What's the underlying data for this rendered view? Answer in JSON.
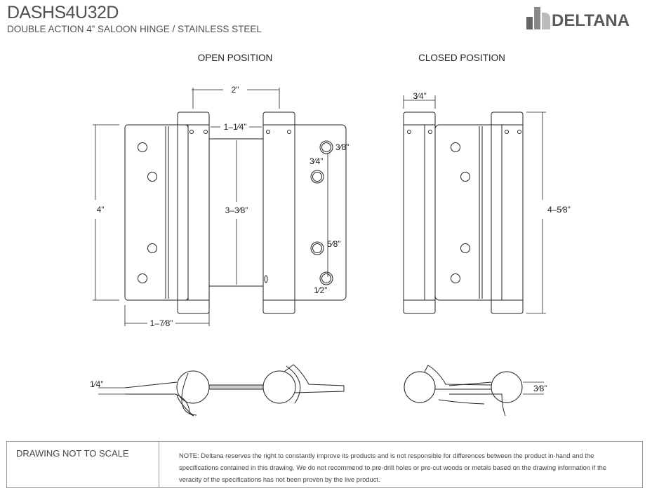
{
  "header": {
    "model": "DASHS4U32D",
    "description": "DOUBLE ACTION 4” SALOON HINGE / STAINLESS STEEL",
    "brand": "DELTANA"
  },
  "views": {
    "open": "OPEN POSITION",
    "closed": "CLOSED POSITION"
  },
  "dimensions": {
    "open_width": "2”",
    "barrel_gap": "1–1⁄4”",
    "height": "4”",
    "spring_height": "3–3⁄8”",
    "leaf_width": "1–7⁄8”",
    "hole_dia": "3⁄8”",
    "hole_spacing_top": "3⁄4”",
    "hole_spacing_mid": "5⁄8”",
    "hole_edge": "1⁄2”",
    "closed_barrel": "3⁄4”",
    "overall_height": "4–5⁄8”",
    "leaf_thickness": "1⁄4”",
    "closed_thickness": "3⁄8”"
  },
  "footer": {
    "scale_note": "DRAWING NOT TO SCALE",
    "disclaimer": "NOTE: Deltana reserves the right to constantly improve its products and is not responsible for differences between the product in-hand and the specifications contained in this drawing. We do not recommend to pre-drill holes or pre-cut woods or metals based on the drawing information if the veracity of the specifications has not been proven by the live product."
  }
}
